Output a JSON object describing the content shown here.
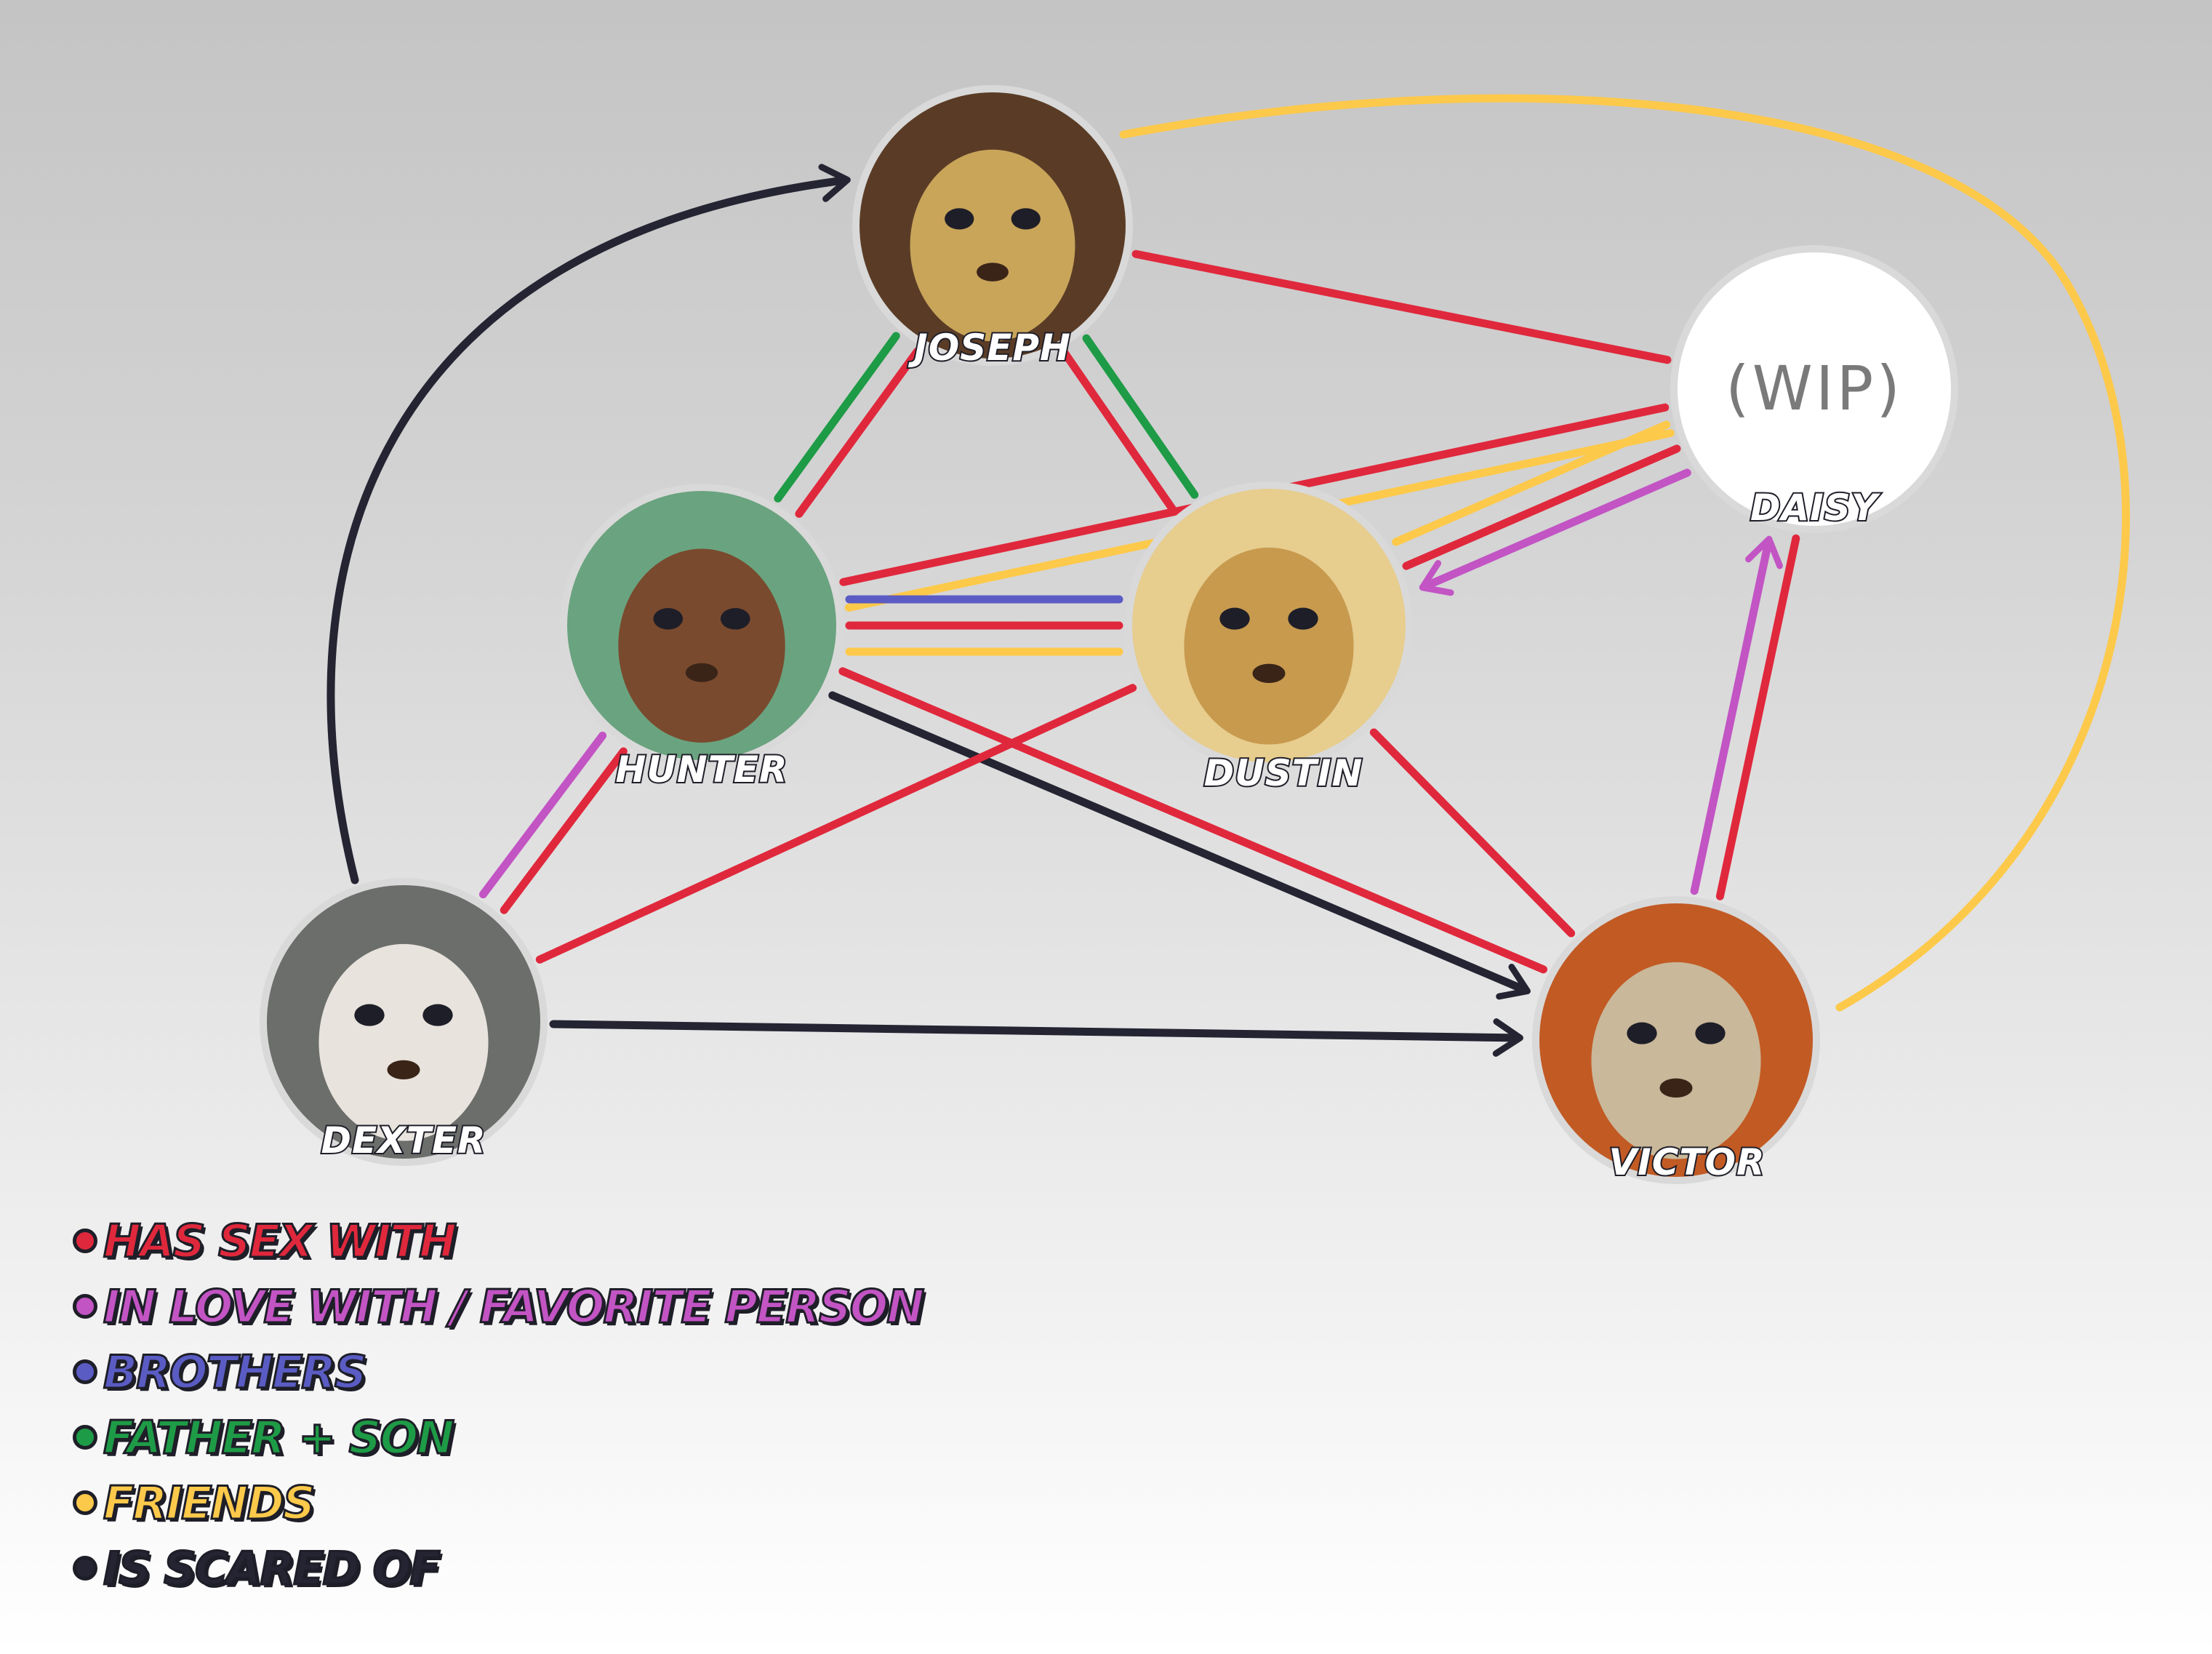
{
  "nodes": [
    {
      "id": "joseph",
      "label": "JOSEPH",
      "kind": "portrait",
      "fill": "#5a3c26",
      "accent": "#c9a55a",
      "icon": "lion-portrait"
    },
    {
      "id": "hunter",
      "label": "HUNTER",
      "kind": "portrait",
      "fill": "#6aa37f",
      "accent": "#7a4a2e",
      "icon": "lion-cub-in-shark-hoodie-portrait"
    },
    {
      "id": "dustin",
      "label": "DUSTIN",
      "kind": "portrait",
      "fill": "#e7cd8e",
      "accent": "#c79a4e",
      "icon": "lion-cub-with-lollipop-portrait"
    },
    {
      "id": "daisy",
      "label": "DAISY",
      "kind": "placeholder",
      "text": "(WIP)",
      "fill": "#ffffff"
    },
    {
      "id": "dexter",
      "label": "DEXTER",
      "kind": "portrait",
      "fill": "#6b6e6a",
      "accent": "#e8e3dc",
      "icon": "hyena-with-glasses-portrait"
    },
    {
      "id": "victor",
      "label": "VICTOR",
      "kind": "portrait",
      "fill": "#c25a24",
      "accent": "#c9b89a",
      "icon": "fox-portrait"
    }
  ],
  "relations": {
    "sex": "#e0283c",
    "love": "#c254c4",
    "brothers": "#5a5cc4",
    "father_son": "#1e9b46",
    "friends": "#fdc94a",
    "scared": "#242433"
  },
  "edges": [
    {
      "from": "joseph",
      "to": "hunter",
      "type": "sex"
    },
    {
      "from": "joseph",
      "to": "hunter",
      "type": "father_son"
    },
    {
      "from": "joseph",
      "to": "dustin",
      "type": "father_son"
    },
    {
      "from": "joseph",
      "to": "dustin",
      "type": "sex"
    },
    {
      "from": "joseph",
      "to": "daisy",
      "type": "sex"
    },
    {
      "from": "joseph",
      "to": "victor",
      "type": "friends"
    },
    {
      "from": "hunter",
      "to": "daisy",
      "type": "sex"
    },
    {
      "from": "hunter",
      "to": "daisy",
      "type": "friends"
    },
    {
      "from": "hunter",
      "to": "dustin",
      "type": "brothers"
    },
    {
      "from": "hunter",
      "to": "dustin",
      "type": "sex"
    },
    {
      "from": "hunter",
      "to": "dustin",
      "type": "friends"
    },
    {
      "from": "hunter",
      "to": "dexter",
      "type": "sex"
    },
    {
      "from": "hunter",
      "to": "dexter",
      "type": "love"
    },
    {
      "from": "hunter",
      "to": "victor",
      "type": "sex"
    },
    {
      "from": "hunter",
      "to": "victor",
      "type": "scared",
      "directed": true
    },
    {
      "from": "daisy",
      "to": "dustin",
      "type": "love",
      "directed": true
    },
    {
      "from": "daisy",
      "to": "dustin",
      "type": "sex"
    },
    {
      "from": "daisy",
      "to": "dustin",
      "type": "friends"
    },
    {
      "from": "victor",
      "to": "daisy",
      "type": "love",
      "directed": true
    },
    {
      "from": "victor",
      "to": "daisy",
      "type": "sex"
    },
    {
      "from": "dustin",
      "to": "dexter",
      "type": "sex"
    },
    {
      "from": "dustin",
      "to": "victor",
      "type": "sex"
    },
    {
      "from": "dexter",
      "to": "joseph",
      "type": "scared",
      "directed": true
    },
    {
      "from": "dexter",
      "to": "victor",
      "type": "scared",
      "directed": true
    }
  ],
  "legend": [
    {
      "type": "sex",
      "label": "HAS SEX WITH"
    },
    {
      "type": "love",
      "label": "IN LOVE WITH / FAVORITE PERSON"
    },
    {
      "type": "brothers",
      "label": "BROTHERS"
    },
    {
      "type": "father_son",
      "label": "FATHER + SON"
    },
    {
      "type": "friends",
      "label": "FRIENDS"
    },
    {
      "type": "scared",
      "label": "IS SCARED OF"
    }
  ]
}
